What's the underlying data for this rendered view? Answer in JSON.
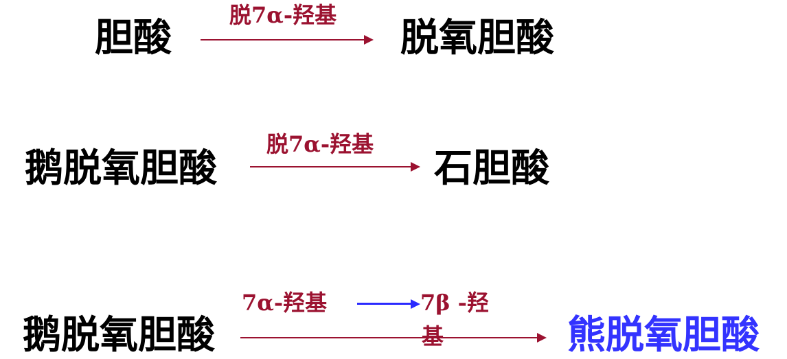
{
  "reaction1": {
    "substrate": "胆酸",
    "condition": "脱7α-羟基",
    "product": "脱氧胆酸"
  },
  "reaction2": {
    "substrate": "鹅脱氧胆酸",
    "condition": "脱7α-羟基",
    "product": "石胆酸"
  },
  "reaction3": {
    "substrate": "鹅脱氧胆酸",
    "condition_from": "7α-羟基",
    "condition_to_line1": "7β  -羟",
    "condition_to_line2": "基",
    "product": "熊脱氧胆酸"
  },
  "colors": {
    "text": "#000000",
    "condition": "#9b1230",
    "arrow": "#9b1230",
    "inner_arrow": "#2a2aff",
    "product_highlight": "#3333ff"
  }
}
